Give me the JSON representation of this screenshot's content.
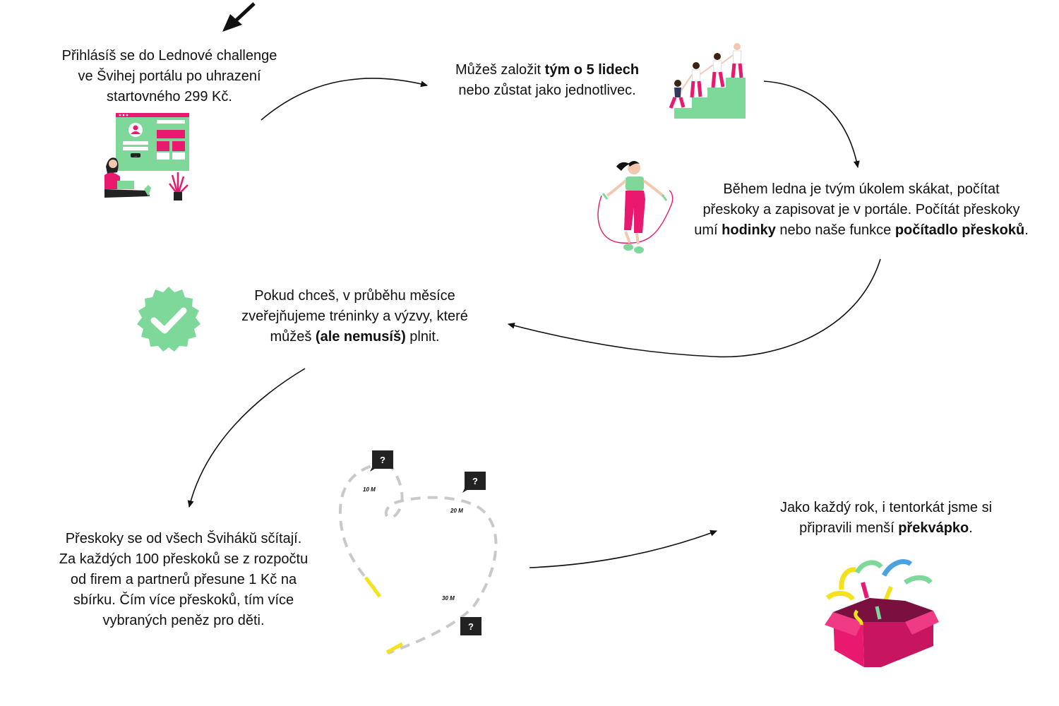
{
  "steps": [
    {
      "id": "registration",
      "lines": [
        [
          {
            "t": "Přihlásíš se do Lednové challenge"
          }
        ],
        [
          {
            "t": "ve Švihej portálu po uhrazení"
          }
        ],
        [
          {
            "t": "startovného 299 Kč."
          }
        ]
      ]
    },
    {
      "id": "team",
      "lines": [
        [
          {
            "t": "Můžeš založit "
          },
          {
            "t": "tým o 5 lidech",
            "b": true
          }
        ],
        [
          {
            "t": "nebo zůstat jako jednotlivec."
          }
        ]
      ]
    },
    {
      "id": "jumping",
      "lines": [
        [
          {
            "t": "Během ledna je tvým úkolem skákat, počítat"
          }
        ],
        [
          {
            "t": "přeskoky a zapisovat je v portále. Počítát přeskoky"
          }
        ],
        [
          {
            "t": "umí "
          },
          {
            "t": "hodinky",
            "b": true
          },
          {
            "t": " nebo naše funkce "
          },
          {
            "t": "počítadlo přeskoků",
            "b": true
          },
          {
            "t": "."
          }
        ]
      ]
    },
    {
      "id": "trainings",
      "lines": [
        [
          {
            "t": "Pokud chceš, v průběhu měsíce"
          }
        ],
        [
          {
            "t": "zveřejňujeme tréninky a výzvy, které"
          }
        ],
        [
          {
            "t": "můžeš "
          },
          {
            "t": "(ale nemusíš)",
            "b": true
          },
          {
            "t": " plnit."
          }
        ]
      ]
    },
    {
      "id": "counting",
      "lines": [
        [
          {
            "t": "Přeskoky se od všech Švihákŭ sčítají."
          }
        ],
        [
          {
            "t": "Za každých 100 přeskoků se z rozpočtu"
          }
        ],
        [
          {
            "t": "od firem a partnerů přesune 1 Kč na"
          }
        ],
        [
          {
            "t": "sbírku. Čím více přeskoků, tím více"
          }
        ],
        [
          {
            "t": "vybraných peněz pro děti."
          }
        ]
      ]
    },
    {
      "id": "surprise",
      "lines": [
        [
          {
            "t": "Jako každý rok, i tentorkát jsme si"
          }
        ],
        [
          {
            "t": "připravili menší "
          },
          {
            "t": "překvápko",
            "b": true
          },
          {
            "t": "."
          }
        ]
      ]
    }
  ],
  "path_map": {
    "distance_labels": [
      "10 M",
      "20 M",
      "30 M"
    ],
    "marker_symbol": "?"
  },
  "form_mock": {
    "button_label": "→"
  },
  "colors": {
    "accent_pink": "#e8196e",
    "accent_green": "#7dd89a",
    "text": "#111111",
    "arrow": "#111111"
  }
}
